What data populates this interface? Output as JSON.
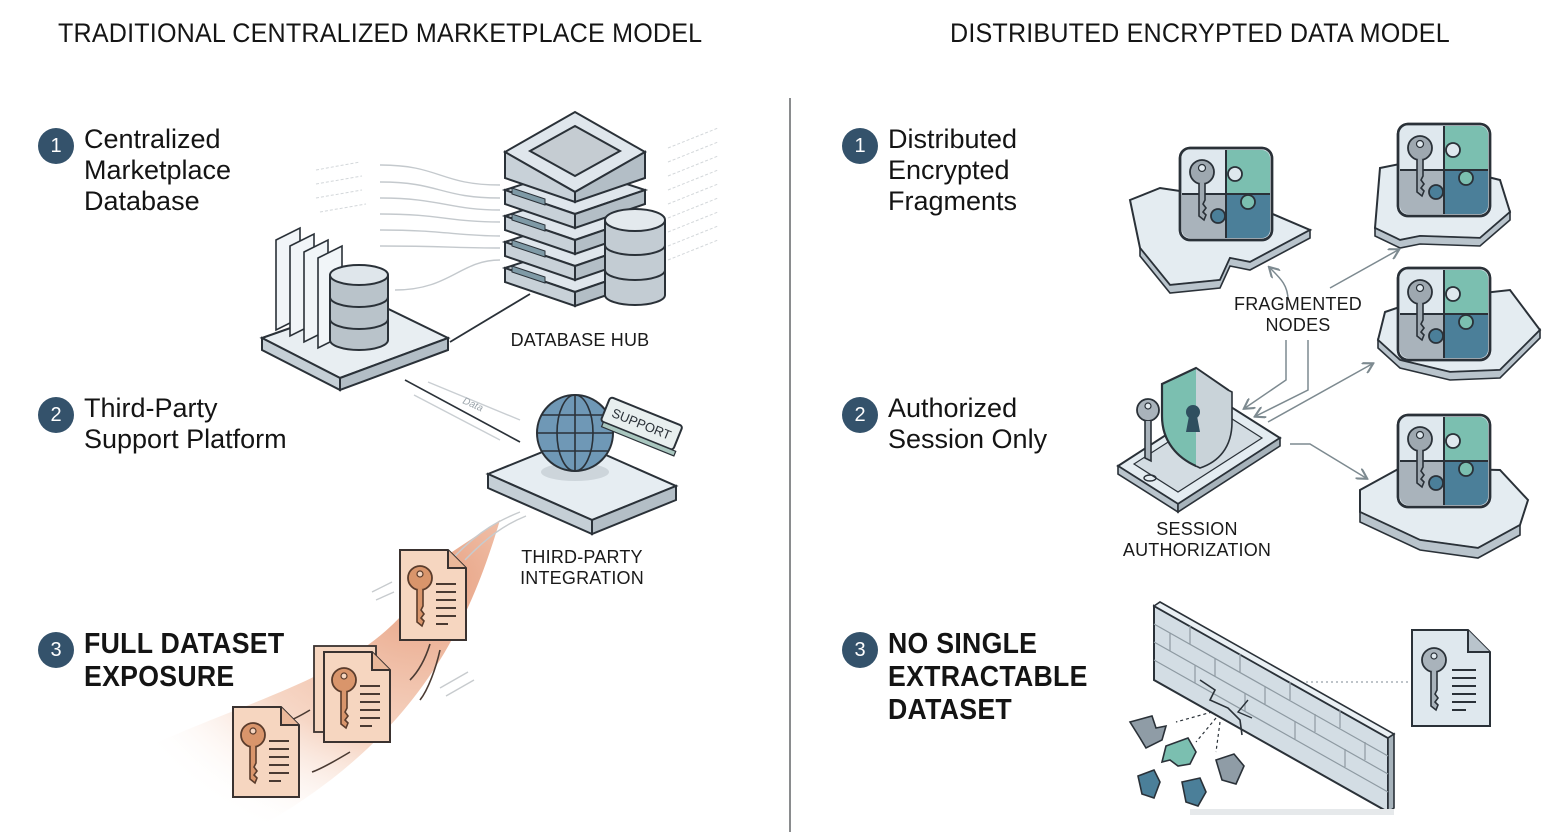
{
  "left_panel": {
    "title": "TRADITIONAL CENTRALIZED MARKETPLACE MODEL",
    "steps": [
      {
        "number": "1",
        "lines": [
          "Centralized",
          "Marketplace",
          "Database"
        ],
        "emphasis": false
      },
      {
        "number": "2",
        "lines": [
          "Third-Party",
          "Support Platform"
        ],
        "emphasis": false
      },
      {
        "number": "3",
        "lines": [
          "FULL DATASET",
          "EXPOSURE"
        ],
        "emphasis": true
      }
    ],
    "captions": {
      "database_hub": "DATABASE HUB",
      "third_party_line1": "THIRD-PARTY",
      "third_party_line2": "INTEGRATION"
    },
    "globe_sign": "SUPPORT",
    "connector_label": "Data",
    "leaked_files_count": 3
  },
  "right_panel": {
    "title": "DISTRIBUTED ENCRYPTED DATA MODEL",
    "steps": [
      {
        "number": "1",
        "lines": [
          "Distributed",
          "Encrypted",
          "Fragments"
        ],
        "emphasis": false
      },
      {
        "number": "2",
        "lines": [
          "Authorized",
          "Session Only"
        ],
        "emphasis": false
      },
      {
        "number": "3",
        "lines": [
          "NO SINGLE",
          "EXTRACTABLE",
          "DATASET"
        ],
        "emphasis": true
      }
    ],
    "captions": {
      "fragmented_line1": "FRAGMENTED",
      "fragmented_line2": "NODES",
      "session_line1": "SESSION",
      "session_line2": "AUTHORIZATION"
    },
    "fragment_nodes_count": 4
  },
  "colors": {
    "badge": "#34526b",
    "teal_light": "#7bbfb0",
    "teal_dark": "#4b7f99",
    "gray_piece": "#a9b3bb",
    "pale_piece": "#dfe8ee",
    "exposure_orange": "#e9a07f",
    "file_peach": "#f6d6c0",
    "key_orange": "#d9956b",
    "server_fill": "#dfe6ec",
    "outline": "#2a3138",
    "divider": "#8a8c8e"
  }
}
